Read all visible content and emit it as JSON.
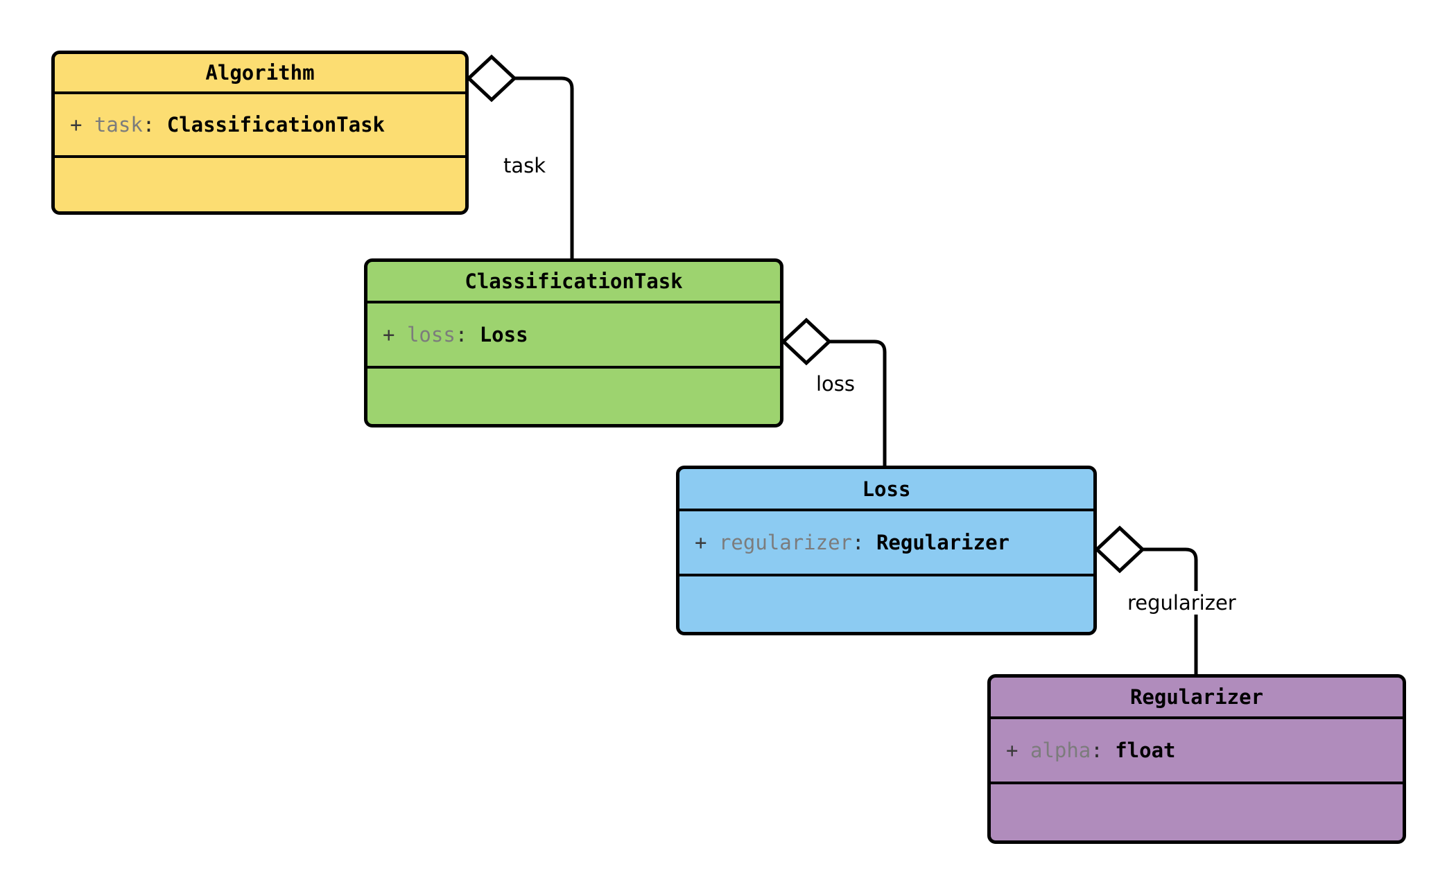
{
  "diagram": {
    "type": "uml-class-diagram",
    "background": "#ffffff",
    "classes": [
      {
        "id": "algorithm",
        "name": "Algorithm",
        "fill": "#FCDD72",
        "attributes": [
          {
            "visibility": "+",
            "name": "task",
            "separator": ":",
            "type": "ClassificationTask"
          }
        ],
        "methods": []
      },
      {
        "id": "classification_task",
        "name": "ClassificationTask",
        "fill": "#9DD36F",
        "attributes": [
          {
            "visibility": "+",
            "name": "loss",
            "separator": ":",
            "type": "Loss"
          }
        ],
        "methods": []
      },
      {
        "id": "loss",
        "name": "Loss",
        "fill": "#8CCBF2",
        "attributes": [
          {
            "visibility": "+",
            "name": "regularizer",
            "separator": ":",
            "type": "Regularizer"
          }
        ],
        "methods": []
      },
      {
        "id": "regularizer",
        "name": "Regularizer",
        "fill": "#B08CBC",
        "attributes": [
          {
            "visibility": "+",
            "name": "alpha",
            "separator": ":",
            "type": "float"
          }
        ],
        "methods": []
      }
    ],
    "relationships": [
      {
        "id": "edge-task",
        "kind": "aggregation",
        "from": "algorithm",
        "to": "classification_task",
        "label": "task"
      },
      {
        "id": "edge-loss",
        "kind": "aggregation",
        "from": "classification_task",
        "to": "loss",
        "label": "loss"
      },
      {
        "id": "edge-regularizer",
        "kind": "aggregation",
        "from": "loss",
        "to": "regularizer",
        "label": "regularizer"
      }
    ]
  }
}
